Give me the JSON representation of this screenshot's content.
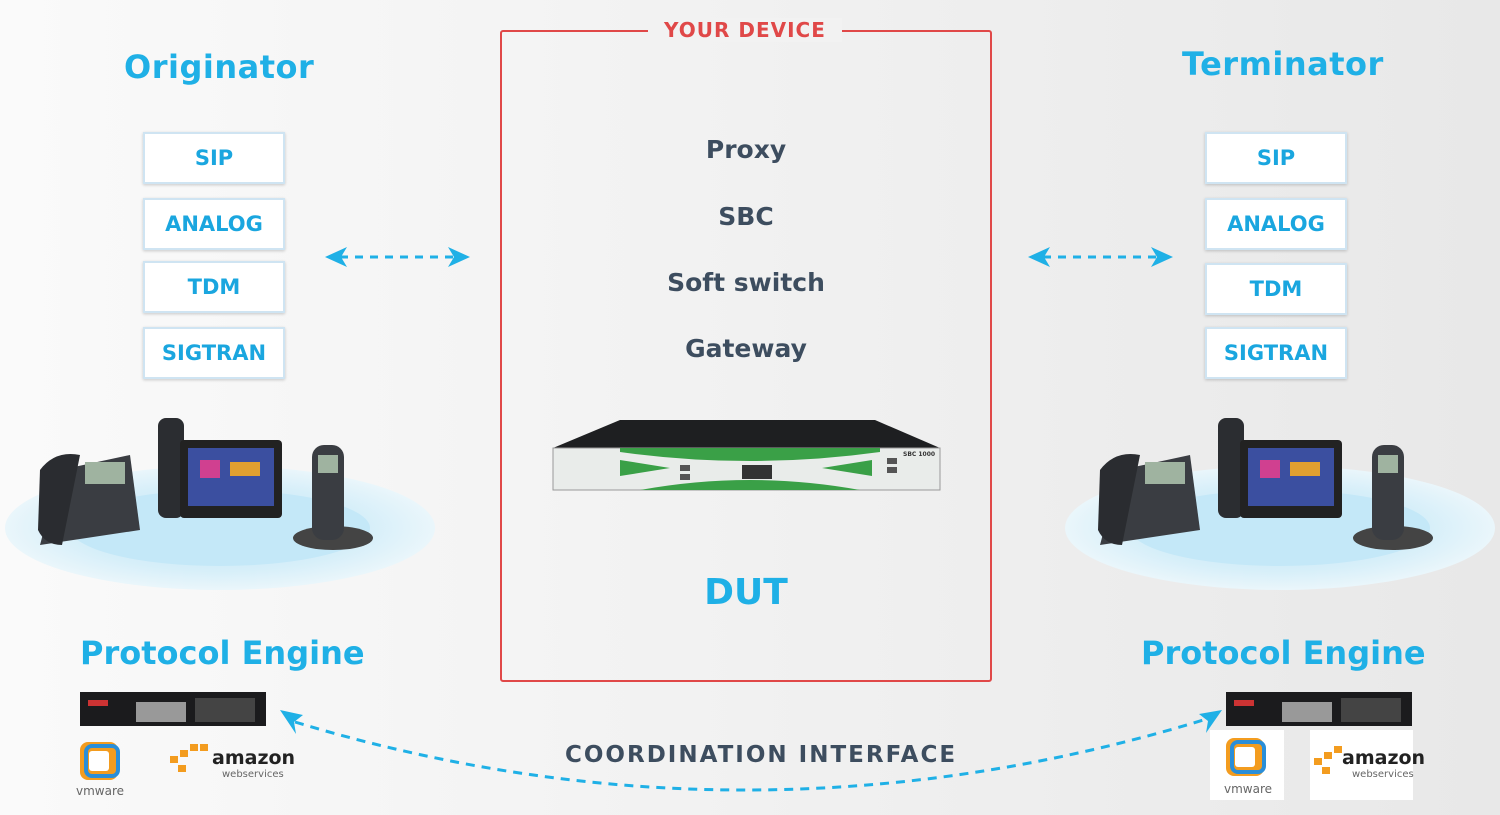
{
  "originator": {
    "title": "Originator",
    "protocols": [
      "SIP",
      "ANALOG",
      "TDM",
      "SIGTRAN"
    ],
    "engine_label": "Protocol Engine"
  },
  "terminator": {
    "title": "Terminator",
    "protocols": [
      "SIP",
      "ANALOG",
      "TDM",
      "SIGTRAN"
    ],
    "engine_label": "Protocol Engine"
  },
  "device": {
    "label": "YOUR DEVICE",
    "roles": [
      "Proxy",
      "SBC",
      "Soft switch",
      "Gateway"
    ],
    "dut_label": "DUT",
    "hardware_label": "SBC 1000"
  },
  "coordination_label": "COORDINATION INTERFACE",
  "logos": {
    "vmware": "vmware",
    "amazon": "amazon",
    "amazon_sub": "webservices"
  },
  "colors": {
    "accent": "#1fb0e6",
    "device_border": "#e04848",
    "text_dark": "#3d4d5f"
  }
}
